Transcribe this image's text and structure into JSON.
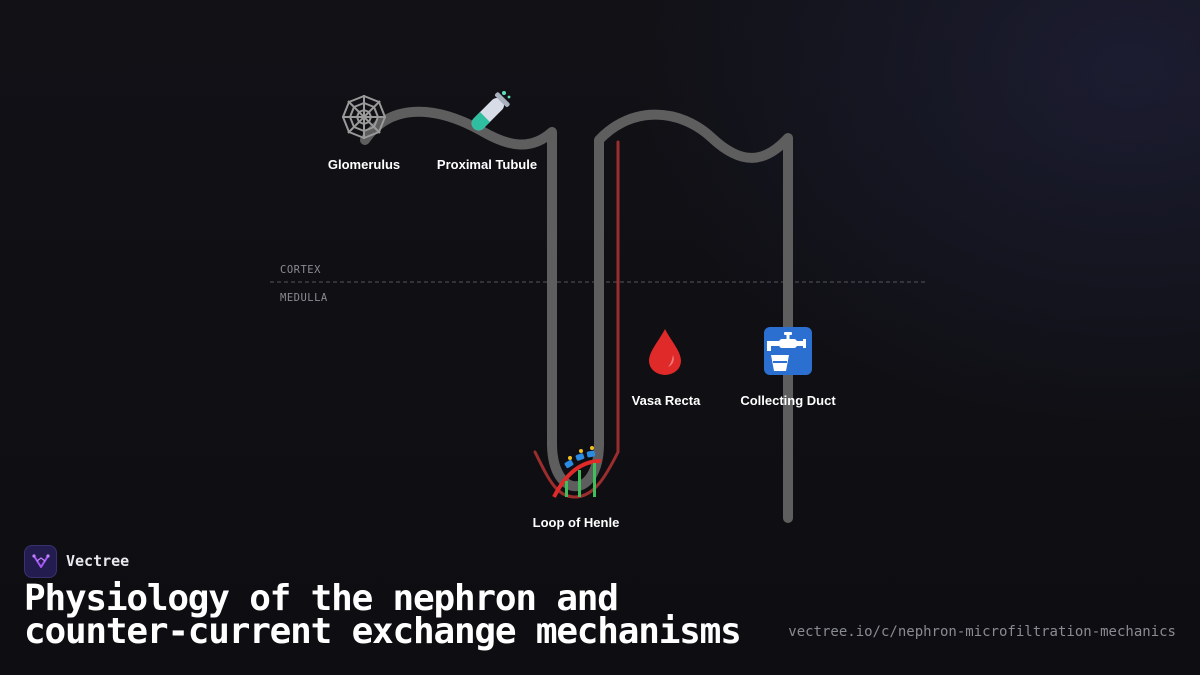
{
  "brand": {
    "name": "Vectree",
    "logo_icon": "vectree-logo-icon",
    "accent": "#a855f7"
  },
  "title": "Physiology of the nephron and counter-current exchange mechanisms",
  "source_url": "vectree.io/c/nephron-microfiltration-mechanics",
  "zones": {
    "upper": "CORTEX",
    "lower": "MEDULLA"
  },
  "nodes": [
    {
      "id": "glomerulus",
      "label": "Glomerulus",
      "icon": "spider-web-icon"
    },
    {
      "id": "proximal-tubule",
      "label": "Proximal Tubule",
      "icon": "test-tube-icon"
    },
    {
      "id": "vasa-recta",
      "label": "Vasa Recta",
      "icon": "blood-drop-icon"
    },
    {
      "id": "collecting-duct",
      "label": "Collecting Duct",
      "icon": "water-tap-icon"
    },
    {
      "id": "loop-of-henle",
      "label": "Loop of Henle",
      "icon": "roller-coaster-icon"
    }
  ],
  "colors": {
    "tubule": "#5e5e5e",
    "vasa_recta": "#9b2d2d",
    "boundary": "#55555c",
    "background": "#0f0f13"
  }
}
